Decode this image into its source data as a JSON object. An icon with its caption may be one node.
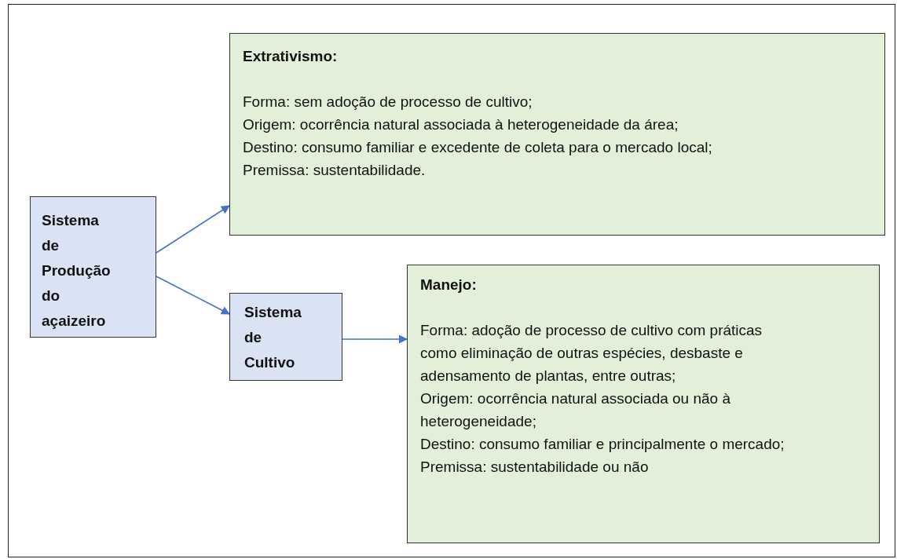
{
  "diagram": {
    "nodes": [
      {
        "text": [
          "Sistema de Produção do açaizeiro"
        ]
      },
      {
        "text": [
          "Extrativismo:",
          "Forma: sem adoção de processo de cultivo;",
          "Origem: ocorrência natural associada à heterogeneidade da área;",
          "Destino: consumo familiar e excedente de coleta para o mercado local;",
          "Premissa: sustentabilidade."
        ]
      },
      {
        "text": [
          "Sistema de Cultivo"
        ]
      },
      {
        "text": [
          "Manejo:",
          "Forma: adoção de processo de cultivo com práticas como eliminação de outras espécies, desbaste e adensamento de plantas, entre outras;",
          "Origem: ocorrência natural associada ou não à heterogeneidade;",
          "Destino: consumo familiar e principalmente o mercado;",
          "Premissa: sustentabilidade ou não"
        ]
      }
    ],
    "edges": [
      {
        "from": 0,
        "to": 1,
        "arrow": "to"
      },
      {
        "from": 0,
        "to": 2,
        "arrow": "to"
      },
      {
        "from": 2,
        "to": 3,
        "arrow": "to"
      }
    ]
  }
}
